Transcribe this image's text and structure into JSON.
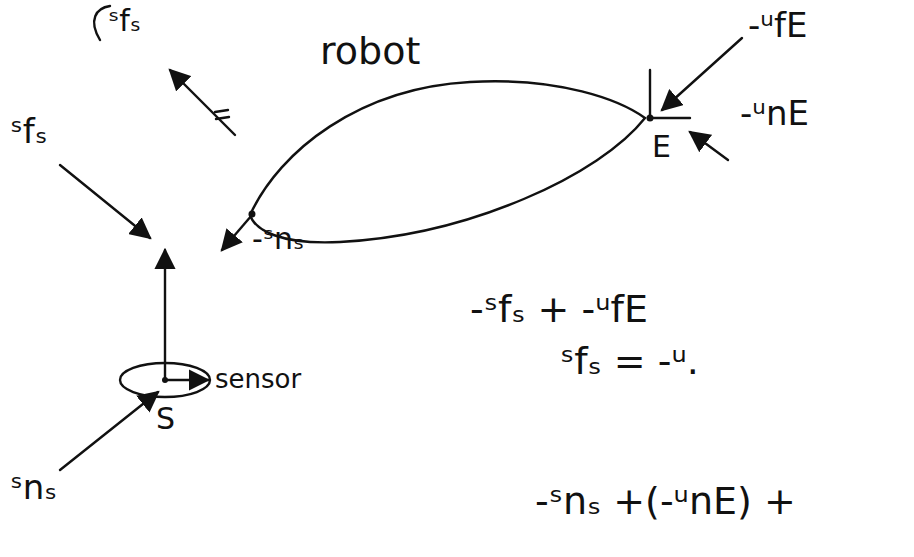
{
  "diagram": {
    "nodes": [
      {
        "text": [
          "robot"
        ]
      },
      {
        "text": [
          "sensor"
        ]
      }
    ],
    "labels": [
      "ˢfₛ",
      "ˢfₛ",
      "-ˢnₛ",
      "S",
      "ˢnₛ",
      "E",
      "-ᵘfE",
      "-ᵘnE",
      "-ˢfₛ + -ᵘfE",
      "ˢfₛ = -ᵘ.",
      "-ˢnₛ +(-ᵘnE) +"
    ]
  }
}
